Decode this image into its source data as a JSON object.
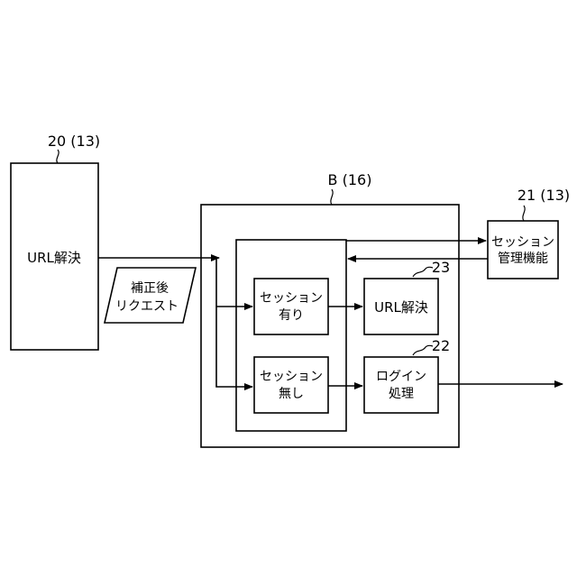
{
  "blocks": {
    "url_resolver_left": {
      "text": "URL解決",
      "ref": "20 (13)"
    },
    "server_b": {
      "ref": "B (16)"
    },
    "session_mgmt": {
      "line1": "セッション",
      "line2": "管理機能",
      "ref": "21 (13)"
    },
    "corrected_request": {
      "line1": "補正後",
      "line2": "リクエスト"
    },
    "session_yes": {
      "line1": "セッション",
      "line2": "有り"
    },
    "session_no": {
      "line1": "セッション",
      "line2": "無し"
    },
    "url_resolver_inner": {
      "text": "URL解決",
      "ref": "23"
    },
    "login_process": {
      "line1": "ログイン",
      "line2": "処理",
      "ref": "22"
    }
  }
}
